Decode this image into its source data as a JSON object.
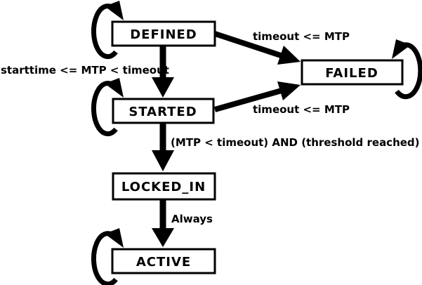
{
  "diagram": {
    "type": "state-machine",
    "colors": {
      "background": "#ffffff",
      "stroke": "#000000",
      "state_fill": "#ffffff",
      "text": "#000000"
    },
    "states": [
      {
        "label": "DEFINED",
        "has_self_loop": true
      },
      {
        "label": "STARTED",
        "has_self_loop": true
      },
      {
        "label": "FAILED",
        "has_self_loop": true
      },
      {
        "label": "LOCKED_IN",
        "has_self_loop": false
      },
      {
        "label": "ACTIVE",
        "has_self_loop": true
      }
    ],
    "transitions": [
      {
        "from": "DEFINED",
        "to": "STARTED",
        "label": "starttime <= MTP < timeout"
      },
      {
        "from": "DEFINED",
        "to": "FAILED",
        "label": "timeout <= MTP"
      },
      {
        "from": "STARTED",
        "to": "FAILED",
        "label": "timeout <= MTP"
      },
      {
        "from": "STARTED",
        "to": "LOCKED_IN",
        "label": "(MTP < timeout) AND (threshold reached)"
      },
      {
        "from": "LOCKED_IN",
        "to": "ACTIVE",
        "label": "Always"
      },
      {
        "from": "DEFINED",
        "to": "DEFINED",
        "label": ""
      },
      {
        "from": "STARTED",
        "to": "STARTED",
        "label": ""
      },
      {
        "from": "FAILED",
        "to": "FAILED",
        "label": ""
      },
      {
        "from": "ACTIVE",
        "to": "ACTIVE",
        "label": ""
      }
    ]
  }
}
